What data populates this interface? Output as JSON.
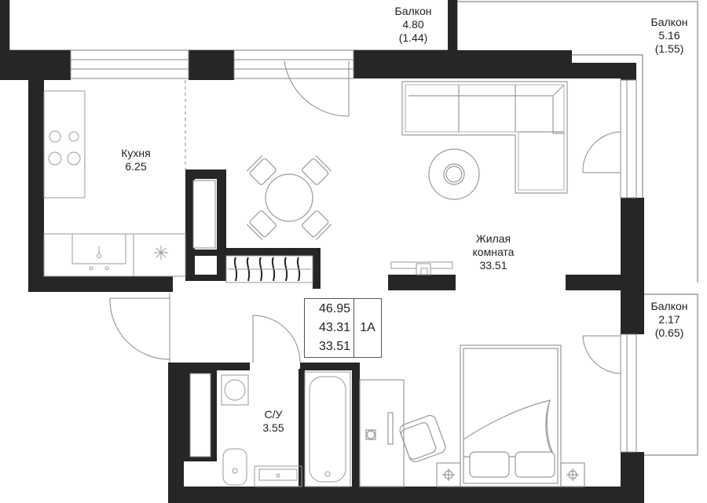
{
  "colors": {
    "wall": "#262626",
    "line": "#8a8a8a",
    "furniture": "#9a9a9a",
    "text": "#222222"
  },
  "rooms": {
    "kitchen": {
      "name": "Кухня",
      "area": "6.25"
    },
    "living": {
      "name_line1": "Жилая",
      "name_line2": "комната",
      "area": "33.51"
    },
    "bathroom": {
      "name": "С/У",
      "area": "3.55"
    }
  },
  "balconies": [
    {
      "name": "Балкон",
      "area": "4.80",
      "reduced": "(1.44)"
    },
    {
      "name": "Балкон",
      "area": "5.16",
      "reduced": "(1.55)"
    },
    {
      "name": "Балкон",
      "area": "2.17",
      "reduced": "(0.65)"
    }
  ],
  "summary": {
    "total": "46.95",
    "living_total": "43.31",
    "living": "33.51",
    "type": "1А"
  }
}
